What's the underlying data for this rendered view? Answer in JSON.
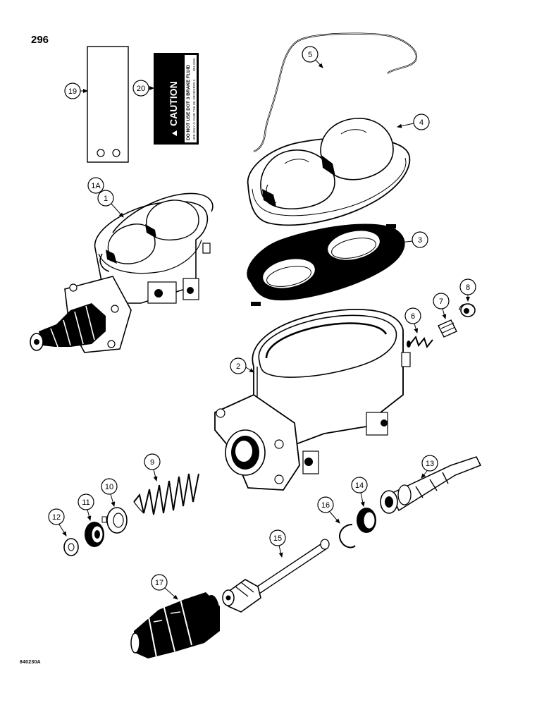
{
  "page_number": "296",
  "figure_code": "840230A",
  "caution_decal": {
    "heading": "CAUTION",
    "line1": "DO NOT USE DOT 3 BRAKE FLUID",
    "line2": "USE ONLY J I CASE TCH OIL OR DEXRON II",
    "part_no": "D91-0266"
  },
  "callouts": [
    {
      "id": "c-1a",
      "label": "1A"
    },
    {
      "id": "c-1",
      "label": "1"
    },
    {
      "id": "c-2",
      "label": "2"
    },
    {
      "id": "c-3",
      "label": "3"
    },
    {
      "id": "c-4",
      "label": "4"
    },
    {
      "id": "c-5",
      "label": "5"
    },
    {
      "id": "c-6",
      "label": "6"
    },
    {
      "id": "c-7",
      "label": "7"
    },
    {
      "id": "c-8",
      "label": "8"
    },
    {
      "id": "c-9",
      "label": "9"
    },
    {
      "id": "c-10",
      "label": "10"
    },
    {
      "id": "c-11",
      "label": "11"
    },
    {
      "id": "c-12",
      "label": "12"
    },
    {
      "id": "c-13",
      "label": "13"
    },
    {
      "id": "c-14",
      "label": "14"
    },
    {
      "id": "c-15",
      "label": "15"
    },
    {
      "id": "c-16",
      "label": "16"
    },
    {
      "id": "c-17",
      "label": "17"
    },
    {
      "id": "c-19",
      "label": "19"
    },
    {
      "id": "c-20",
      "label": "20"
    }
  ]
}
